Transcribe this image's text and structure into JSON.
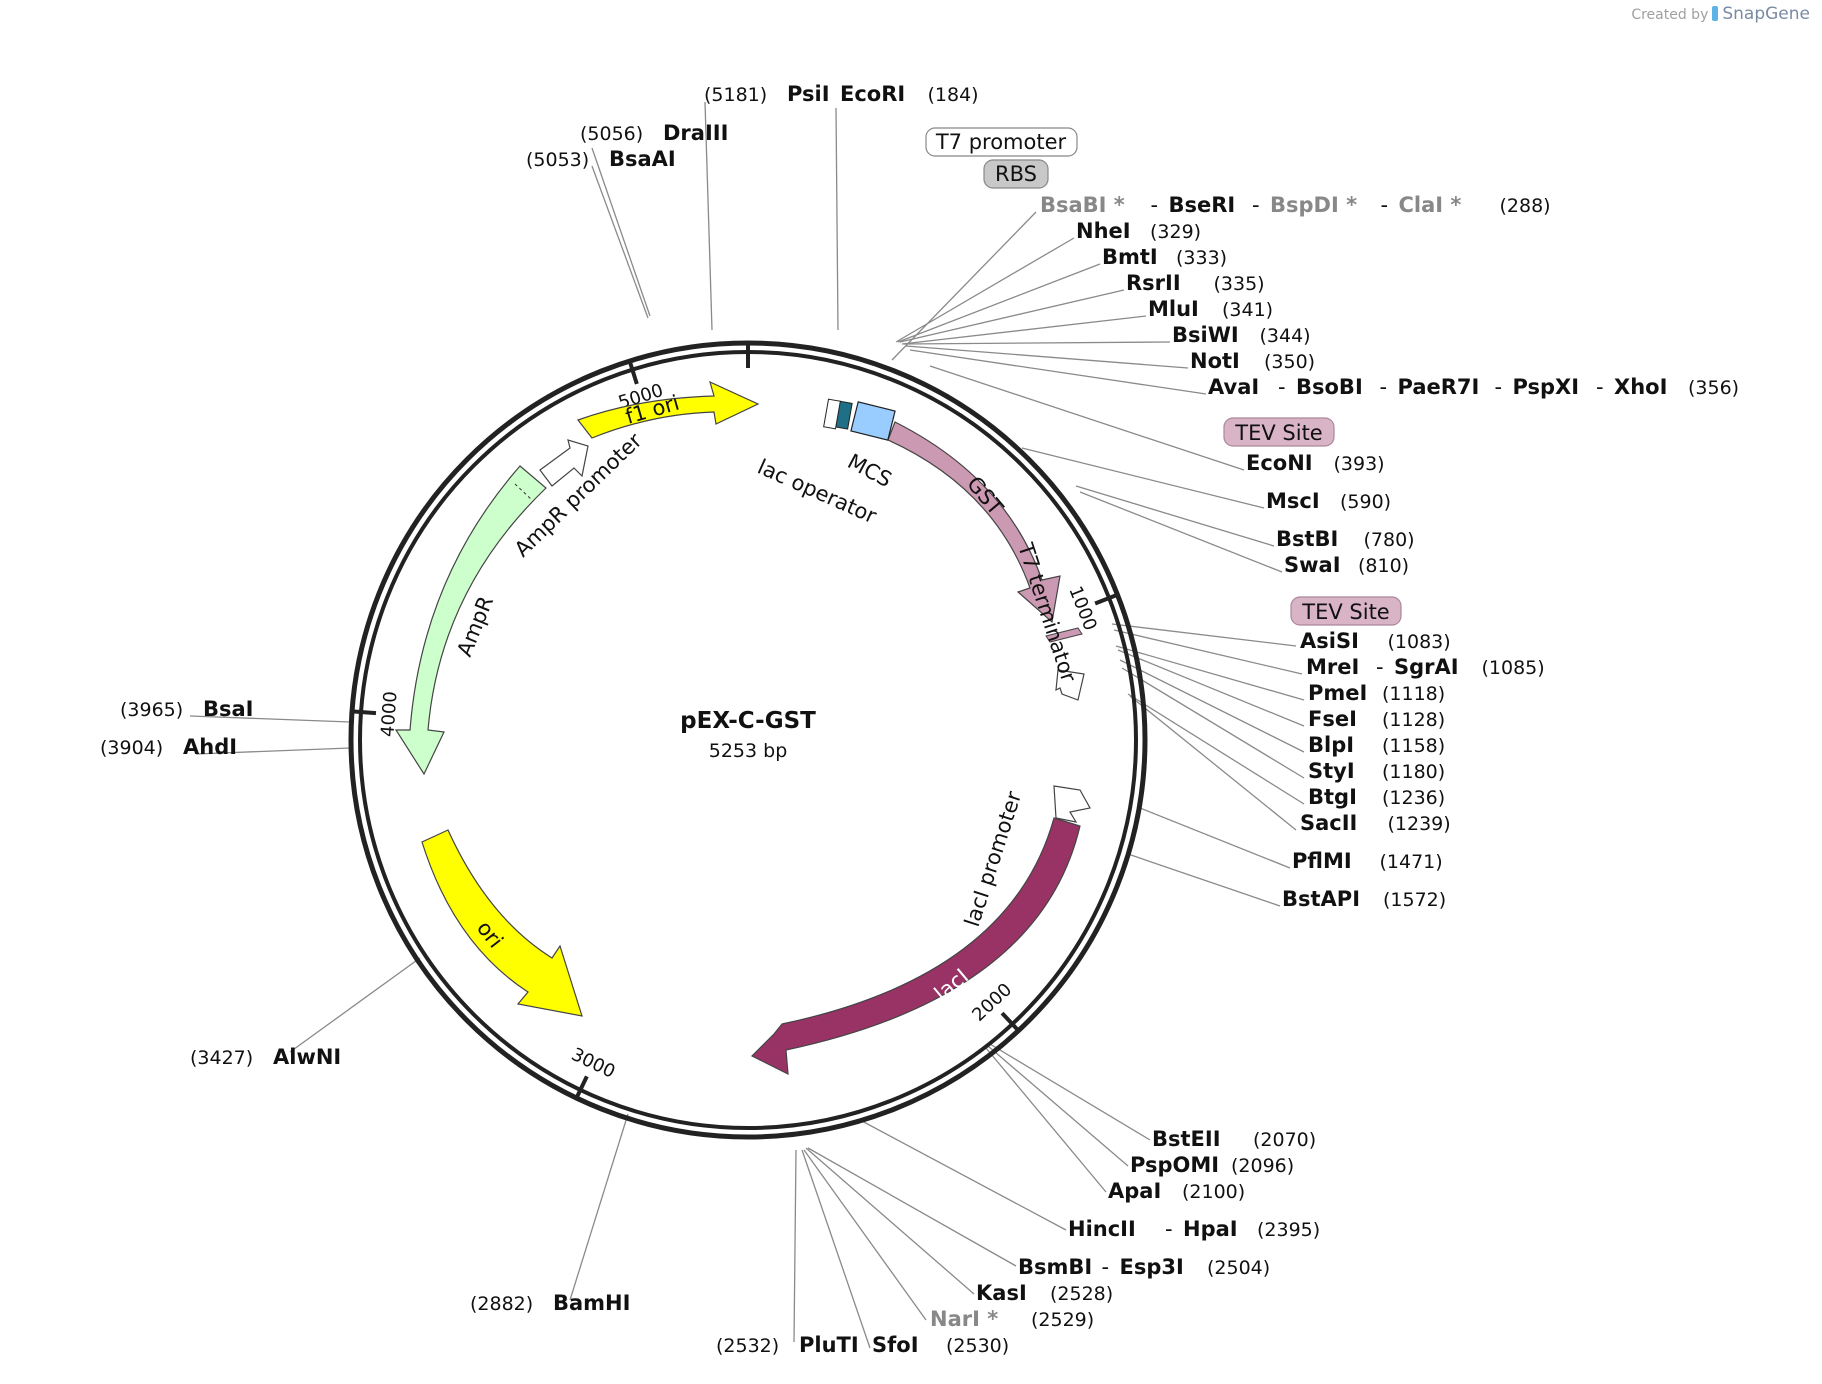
{
  "credit": {
    "prefix": "Created by",
    "brand": "SnapGene"
  },
  "plasmid": {
    "name": "pEX-C-GST",
    "length_label": "5253 bp",
    "length": 5253
  },
  "ticks": [
    {
      "value": 1000,
      "label": "1000"
    },
    {
      "value": 2000,
      "label": "2000"
    },
    {
      "value": 3000,
      "label": "3000"
    },
    {
      "value": 4000,
      "label": "4000"
    },
    {
      "value": 5000,
      "label": "5000"
    }
  ],
  "features": [
    {
      "name": "f1 ori",
      "color": "#ffff00"
    },
    {
      "name": "AmpR promoter",
      "color": "#ffffff"
    },
    {
      "name": "AmpR",
      "color": "#ccffcc"
    },
    {
      "name": "ori",
      "color": "#ffff00"
    },
    {
      "name": "lacI",
      "color": "#993366",
      "label_color": "#ffffff"
    },
    {
      "name": "lacI promoter",
      "color": "#ffffff"
    },
    {
      "name": "GST",
      "color": "#cc99b2"
    },
    {
      "name": "T7 terminator",
      "color": "#ffffff"
    },
    {
      "name": "lac operator",
      "color": "#1f6f87"
    },
    {
      "name": "MCS",
      "color": "#99ccff"
    }
  ],
  "boxed_labels": [
    {
      "name": "T7 promoter",
      "fill": "#ffffff"
    },
    {
      "name": "RBS",
      "fill": "#c8c8c8"
    },
    {
      "name": "TEV Site",
      "fill": "#d9b3c6"
    },
    {
      "name": "TEV Site",
      "fill": "#d9b3c6"
    }
  ],
  "sites": [
    {
      "enzymes": [
        "PsiI"
      ],
      "pos": "(5181)"
    },
    {
      "enzymes": [
        "DraIII"
      ],
      "pos": "(5056)"
    },
    {
      "enzymes": [
        "BsaAI"
      ],
      "pos": "(5053)"
    },
    {
      "enzymes": [
        "EcoRI"
      ],
      "pos": "(184)"
    },
    {
      "enzymes": [
        "BsaBI *",
        "BseRI",
        "BspDI *",
        "ClaI *"
      ],
      "star": [
        true,
        false,
        true,
        true
      ],
      "pos": "(288)"
    },
    {
      "enzymes": [
        "NheI"
      ],
      "pos": "(329)"
    },
    {
      "enzymes": [
        "BmtI"
      ],
      "pos": "(333)"
    },
    {
      "enzymes": [
        "RsrII"
      ],
      "pos": "(335)"
    },
    {
      "enzymes": [
        "MluI"
      ],
      "pos": "(341)"
    },
    {
      "enzymes": [
        "BsiWI"
      ],
      "pos": "(344)"
    },
    {
      "enzymes": [
        "NotI"
      ],
      "pos": "(350)"
    },
    {
      "enzymes": [
        "AvaI",
        "BsoBI",
        "PaeR7I",
        "PspXI",
        "XhoI"
      ],
      "pos": "(356)"
    },
    {
      "enzymes": [
        "EcoNI"
      ],
      "pos": "(393)"
    },
    {
      "enzymes": [
        "MscI"
      ],
      "pos": "(590)"
    },
    {
      "enzymes": [
        "BstBI"
      ],
      "pos": "(780)"
    },
    {
      "enzymes": [
        "SwaI"
      ],
      "pos": "(810)"
    },
    {
      "enzymes": [
        "AsiSI"
      ],
      "pos": "(1083)"
    },
    {
      "enzymes": [
        "MreI",
        "SgrAI"
      ],
      "pos": "(1085)"
    },
    {
      "enzymes": [
        "PmeI"
      ],
      "pos": "(1118)"
    },
    {
      "enzymes": [
        "FseI"
      ],
      "pos": "(1128)"
    },
    {
      "enzymes": [
        "BlpI"
      ],
      "pos": "(1158)"
    },
    {
      "enzymes": [
        "StyI"
      ],
      "pos": "(1180)"
    },
    {
      "enzymes": [
        "BtgI"
      ],
      "pos": "(1236)"
    },
    {
      "enzymes": [
        "SacII"
      ],
      "pos": "(1239)"
    },
    {
      "enzymes": [
        "PflMI"
      ],
      "pos": "(1471)"
    },
    {
      "enzymes": [
        "BstAPI"
      ],
      "pos": "(1572)"
    },
    {
      "enzymes": [
        "BstEII"
      ],
      "pos": "(2070)"
    },
    {
      "enzymes": [
        "PspOMI"
      ],
      "pos": "(2096)"
    },
    {
      "enzymes": [
        "ApaI"
      ],
      "pos": "(2100)"
    },
    {
      "enzymes": [
        "HincII",
        "HpaI"
      ],
      "pos": "(2395)"
    },
    {
      "enzymes": [
        "BsmBI",
        "Esp3I"
      ],
      "pos": "(2504)"
    },
    {
      "enzymes": [
        "KasI"
      ],
      "pos": "(2528)"
    },
    {
      "enzymes": [
        "NarI *"
      ],
      "star": [
        true
      ],
      "pos": "(2529)"
    },
    {
      "enzymes": [
        "SfoI"
      ],
      "pos": "(2530)"
    },
    {
      "enzymes": [
        "PluTI"
      ],
      "pos": "(2532)"
    },
    {
      "enzymes": [
        "BamHI"
      ],
      "pos": "(2882)"
    },
    {
      "enzymes": [
        "AlwNI"
      ],
      "pos": "(3427)"
    },
    {
      "enzymes": [
        "AhdI"
      ],
      "pos": "(3904)"
    },
    {
      "enzymes": [
        "BsaI"
      ],
      "pos": "(3965)"
    }
  ]
}
